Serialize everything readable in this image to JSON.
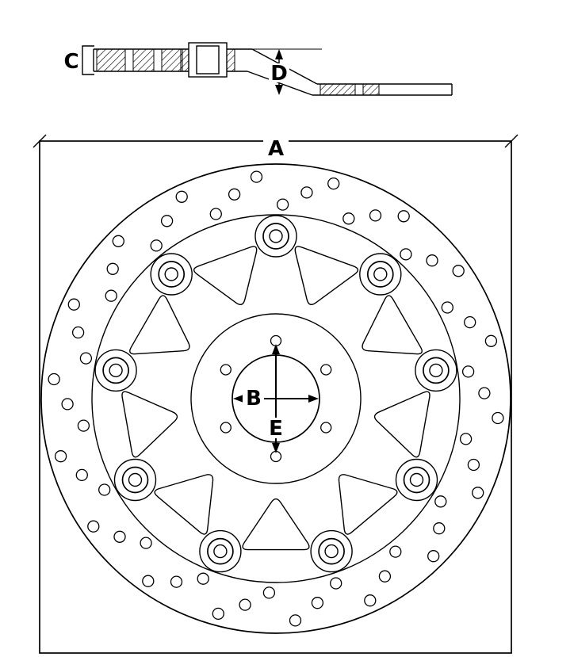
{
  "colors": {
    "line": "#000000",
    "background": "#ffffff"
  },
  "diagram": {
    "labels": {
      "a": "A",
      "b": "B",
      "c": "C",
      "d": "D",
      "e": "E"
    }
  }
}
